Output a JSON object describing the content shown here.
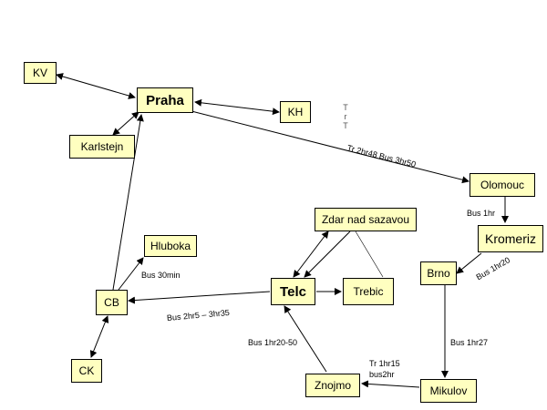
{
  "nodes": {
    "kv": "KV",
    "praha": "Praha",
    "kh": "KH",
    "karlstejn": "Karlstejn",
    "olomouc": "Olomouc",
    "zdar": "Zdar nad sazavou",
    "kromeriz": "Kromeriz",
    "hluboka": "Hluboka",
    "brno": "Brno",
    "telc": "Telc",
    "trebic": "Trebic",
    "cb": "CB",
    "ck": "CK",
    "znojmo": "Znojmo",
    "mikulov": "Mikulov"
  },
  "labels": {
    "praha_olomouc": "Tr 2hr48 Bus 3hr50",
    "olomouc_kromeriz": "Bus 1hr",
    "kromeriz_brno": "Bus 1hr20",
    "hluboka_cb": "Bus 30min",
    "telc_cb": "Bus 2hr5 – 3hr35",
    "znojmo_telc": "Bus 1hr20-50",
    "brno_mikulov": "Bus 1hr27",
    "mikulov_znojmo_line1": "Tr 1hr15",
    "mikulov_znojmo_line2": "bus2hr",
    "vertical_letters": [
      "T",
      "r",
      "T"
    ]
  }
}
